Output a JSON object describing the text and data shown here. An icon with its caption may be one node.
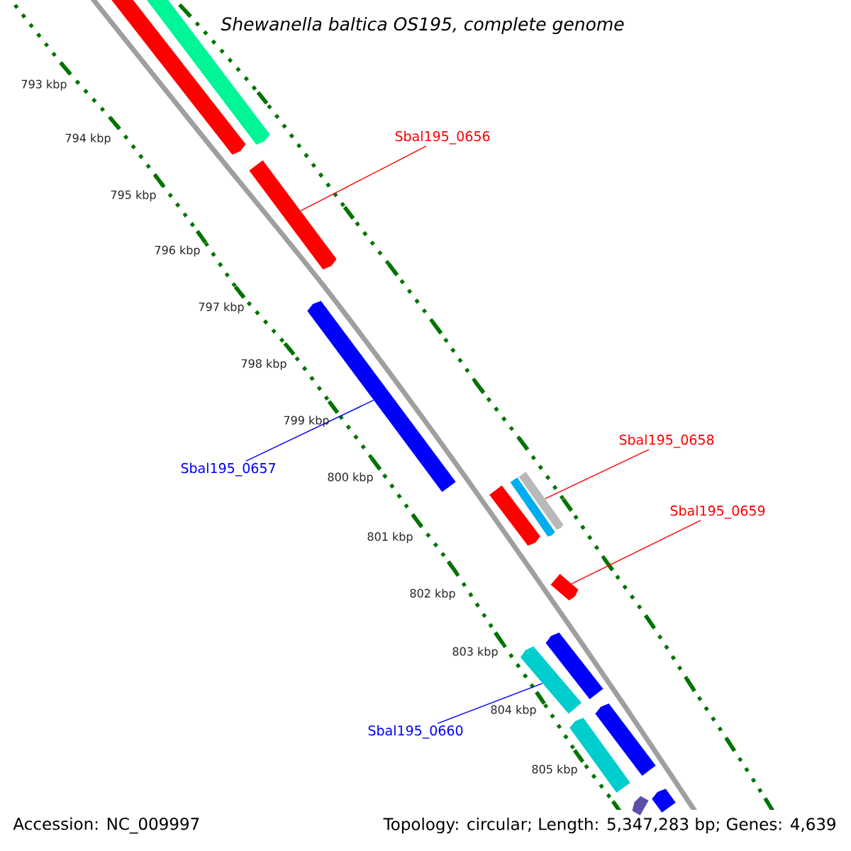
{
  "diagram": {
    "title": "Shewanella baltica OS195, complete genome",
    "nodes": [
      {
        "text": [],
        "shape": "bar"
      },
      {
        "text": [],
        "shape": "bar"
      },
      {
        "text": [
          "Sbal195_0656"
        ]
      },
      {
        "text": [],
        "shape": "bar"
      },
      {
        "text": [],
        "shape": "bar"
      },
      {
        "text": [
          "Sbal195_0657"
        ]
      },
      {
        "text": [
          "Sbal195_0658"
        ]
      },
      {
        "text": [],
        "shape": "bar"
      },
      {
        "text": [],
        "shape": "bar"
      },
      {
        "text": [],
        "shape": "bar"
      },
      {
        "text": [
          "Sbal195_0659"
        ]
      },
      {
        "text": [],
        "shape": "bar"
      },
      {
        "text": [],
        "shape": "bar"
      },
      {
        "text": [],
        "shape": "bar"
      },
      {
        "text": [
          "Sbal195_0660"
        ]
      },
      {
        "text": [],
        "shape": "bar"
      },
      {
        "text": [],
        "shape": "bar"
      },
      {
        "text": [],
        "shape": "bar"
      },
      {
        "text": [],
        "shape": "bar"
      }
    ],
    "edges": [
      {
        "from": 2,
        "to": 3,
        "arrow": "none"
      },
      {
        "from": 5,
        "to": 4,
        "arrow": "none",
        "color": "#0000ff"
      },
      {
        "from": 6,
        "to": 7,
        "arrow": "none"
      },
      {
        "from": 10,
        "to": 11,
        "arrow": "none"
      },
      {
        "from": 14,
        "to": 13,
        "arrow": "none",
        "color": "#0000ff"
      }
    ],
    "labels": [
      "793 kbp",
      "794 kbp",
      "795 kbp",
      "796 kbp",
      "797 kbp",
      "798 kbp",
      "799 kbp",
      "800 kbp",
      "801 kbp",
      "802 kbp",
      "803 kbp",
      "804 kbp",
      "805 kbp",
      "Accession: NC_009997",
      "Topology: circular; Length: 5,347,283 bp; Genes: 4,639"
    ]
  }
}
